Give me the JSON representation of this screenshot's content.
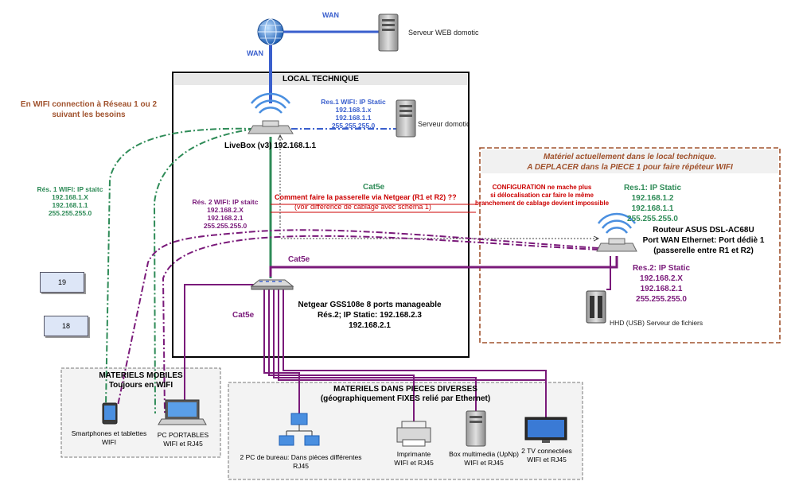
{
  "colors": {
    "wan_blue": "#3a5fcd",
    "res1_green": "#2e8b57",
    "res2_purple": "#7a1a7a",
    "config_red": "#cc0000",
    "orange_box": "#a0522d",
    "res1_blue_text": "#3a5fcd"
  },
  "internet": {
    "wan_top": "WAN",
    "wan_left": "WAN",
    "web_server": "Serveur WEB domotic"
  },
  "local_technique": {
    "title": "LOCAL TECHNIQUE",
    "livebox": "LiveBox (v3) 192.168.1.1",
    "res1_wifi": [
      "Res.1 WIFI: IP Static",
      "192.168.1.x",
      "192.168.1.1",
      "255.255.255.0"
    ],
    "domotic_server": "Serveur domotic",
    "cat5e_green": "Cat5e",
    "config_question": "Comment faire la passerelle via Netgear (R1 et R2) ??",
    "config_note": "(voir différence de cablage avec schéma 1)",
    "res2_wifi": [
      "Rés. 2 WIFI: IP staitc",
      "192.168.2.X",
      "192.168.2.1",
      "255.255.255.0"
    ],
    "cat5e_purple_top": "Cat5e",
    "cat5e_purple_left": "Cat5e",
    "netgear": [
      "Netgear GSS108e 8 ports manageable",
      "Rés.2; IP Static: 192.168.2.3",
      "192.168.2.1"
    ]
  },
  "left_side": {
    "wifi_note": [
      "En WIFI connection à Réseau 1 ou 2",
      "suivant les besoins"
    ],
    "res1_wifi": [
      "Rés. 1 WIFI: IP staitc",
      "192.168.1.X",
      "192.168.1.1",
      "255.255.255.0"
    ],
    "box_19": "19",
    "box_18": "18"
  },
  "relocation": {
    "title": [
      "Matériel actuellement dans le local technique.",
      "A DEPLACER dans la PIECE 1 pour faire répéteur WIFI"
    ],
    "config_warning": [
      "CONFIGURATION ne mache plus",
      "si délocalisation car faire le même",
      "branchement de cablage devient impossible"
    ],
    "res1": [
      "Res.1: IP Static",
      "192.168.1.2",
      "192.168.1.1",
      "255.255.255.0"
    ],
    "router": [
      "Routeur ASUS DSL-AC68U",
      "Port WAN Ethernet: Port dédiè 1",
      "(passerelle entre R1 et R2)"
    ],
    "res2": [
      "Res.2: IP Static",
      "192.168.2.X",
      "192.168.2.1",
      "255.255.255.0"
    ],
    "hdd": "HHD (USB) Serveur de fichiers"
  },
  "mobiles": {
    "title": [
      "MATERIELS MOBILES",
      "Toujours en WIFI"
    ],
    "smartphones": [
      "Smartphones et tablettes",
      "WIFI"
    ],
    "laptops": [
      "PC PORTABLES",
      "WIFI et RJ45"
    ]
  },
  "fixed": {
    "title": [
      "MATERIELS DANS PIECES DIVERSES",
      "(géographiquement FIXES relié par Ethernet)"
    ],
    "desktops": [
      "2 PC de bureau: Dans pièces différentes",
      "RJ45"
    ],
    "printer": [
      "Imprimante",
      "WIFI et RJ45"
    ],
    "media_box": [
      "Box multimedia (UpNp)",
      "WIFI et RJ45"
    ],
    "tvs": [
      "2 TV connectées",
      "WIFI et RJ45"
    ]
  }
}
